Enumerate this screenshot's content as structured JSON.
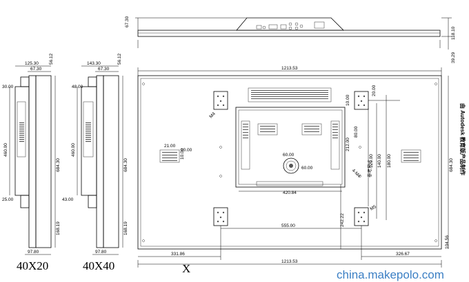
{
  "top_view": {
    "dims": [
      "67.30",
      "118.10",
      "39.29"
    ]
  },
  "side_view_40x20": {
    "dims": [
      "125.30",
      "56.12",
      "67.30",
      "30.00",
      "460.00",
      "684.30",
      "25.00",
      "168.19",
      "97.80"
    ],
    "label": "40X20"
  },
  "side_view_40x40": {
    "dims": [
      "143.30",
      "56.12",
      "67.30",
      "48.00",
      "460.00",
      "684.30",
      "43.00",
      "168.19",
      "97.80"
    ],
    "label": "40X40"
  },
  "front_view": {
    "dims": {
      "width_top": "1213.53",
      "width_bottom": "1213.53",
      "height_right": "684.30",
      "d_20": "20.00",
      "d_180": "180.00",
      "d_140": "140.00",
      "d_120": "120.00",
      "d_555": "555.00",
      "d_242": "242.22",
      "d_331": "331.86",
      "d_326": "326.67",
      "d_104": "104.56",
      "d_420": "420.84",
      "d_80": "80.00",
      "d_60": "60.00",
      "d_60b": "60.00",
      "d_10a": "10.00",
      "d_10b": "10.00",
      "d_10c": "10.00",
      "d_212": "212.00",
      "d_21": "21.00"
    },
    "labels": {
      "m4": "M4",
      "m5": "M5",
      "b4": "4-M4",
      "ref": "参考尺寸"
    }
  },
  "x_label": "X",
  "side_text": "由 Autodesk 教育版产品制作",
  "watermark": "china.makepolo.com"
}
